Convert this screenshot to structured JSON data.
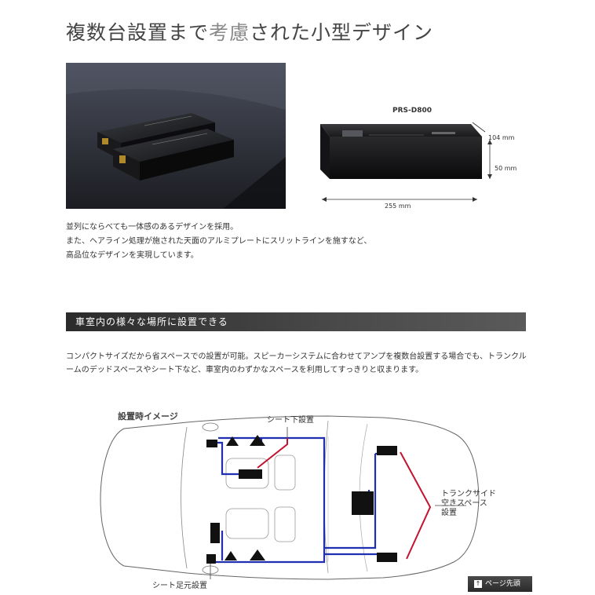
{
  "header": {
    "title_a": "複数台設置まで",
    "title_b": "考慮",
    "title_c": "された小型デザイン"
  },
  "product": {
    "model": "PRS-D800",
    "dim_depth": "104 mm",
    "dim_height": "50 mm",
    "dim_width": "255 mm"
  },
  "description": {
    "line1": "並列にならべても一体感のあるデザインを採用。",
    "line2": "また、ヘアライン処理が施された天面のアルミプレートにスリットラインを施すなど、",
    "line3": "高品位なデザインを実現しています。"
  },
  "section": {
    "heading": "車室内の様々な場所に設置できる",
    "body": "コンパクトサイズだから省スペースでの設置が可能。スピーカーシステムに合わせてアンプを複数台設置する場合でも、トランクルームのデッドスペースやシート下など、車室内のわずかなスペースを利用してすっきりと収まります。"
  },
  "diagram": {
    "title": "設置時イメージ",
    "label_seat_under": "シート下設置",
    "label_trunk_1": "トランクサイド",
    "label_trunk_2": "空きスペース",
    "label_trunk_3": "設置",
    "label_foot": "シート足元設置"
  },
  "footer": {
    "pagetop_arrow": "↑",
    "pagetop_label": "ページ先頭"
  },
  "colors": {
    "wire_blue": "#1f2fb0",
    "wire_red": "#c4122f",
    "section_bar": "#3a3a3a"
  }
}
